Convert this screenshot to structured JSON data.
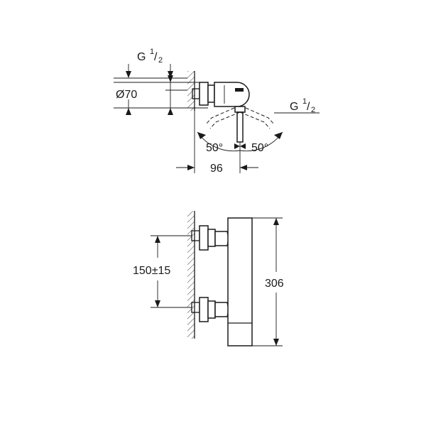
{
  "top_view": {
    "inlet_thread": {
      "prefix": "G",
      "num": "1",
      "slash": "/",
      "den": "2"
    },
    "outlet_thread": {
      "prefix": "G",
      "num": "1",
      "slash": "/",
      "den": "2"
    },
    "diameter": "Ø70",
    "angle_left": "50°",
    "angle_right": "50°",
    "depth": "96"
  },
  "front_view": {
    "center_distance": "150±15",
    "height": "306"
  }
}
